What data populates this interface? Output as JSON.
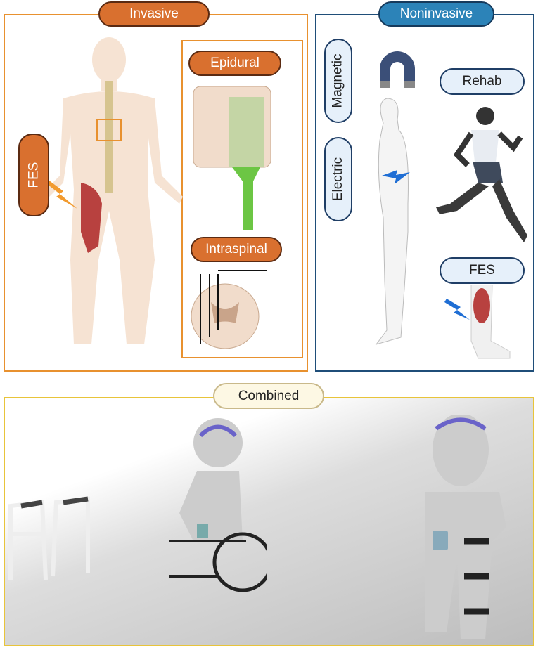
{
  "invasive": {
    "title": "Invasive",
    "fes": "FES",
    "epidural": "Epidural",
    "intraspinal": "Intraspinal"
  },
  "noninvasive": {
    "title": "Noninvasive",
    "magnetic": "Magnetic",
    "electric": "Electric",
    "rehab": "Rehab",
    "fes": "FES"
  },
  "combined": {
    "title": "Combined"
  },
  "colors": {
    "invasive": "#e8912f",
    "noninvasive": "#1f4e79",
    "combined": "#e8c43a"
  }
}
